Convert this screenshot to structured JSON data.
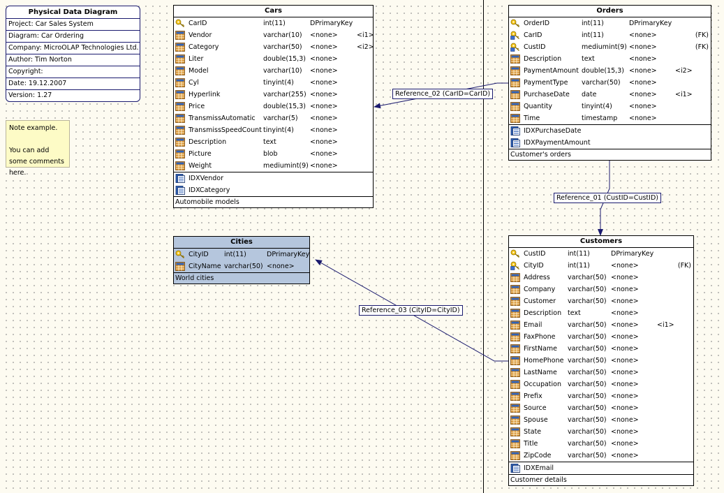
{
  "info": {
    "title": "Physical Data Diagram",
    "rows": [
      "Project: Car Sales System",
      "Diagram: Car Ordering",
      "Company: MicroOLAP Technologies Ltd.",
      "Author: Tim Norton",
      "Copyright:",
      "Date: 19.12.2007",
      "Version: 1.27"
    ]
  },
  "note": {
    "line1": "Note example.",
    "line2": "You can add some comments here."
  },
  "references": [
    {
      "label": "Reference_02 (CarID=CarID)"
    },
    {
      "label": "Reference_01 (CustID=CustID)"
    },
    {
      "label": "Reference_03 (CityID=CityID)"
    }
  ],
  "colors": {
    "canvas": "#fdfbf1",
    "link": "#1a1a6e",
    "selected_entity": "#b5c6dd"
  },
  "entities": {
    "cars": {
      "title": "Cars",
      "columns": [
        {
          "name": "CarID",
          "type": "int(11)",
          "default": "DPrimaryKey",
          "extra": "",
          "icon": "primary-key-icon"
        },
        {
          "name": "Vendor",
          "type": "varchar(10)",
          "default": "<none>",
          "extra": "<i1>",
          "icon": "column-icon"
        },
        {
          "name": "Category",
          "type": "varchar(50)",
          "default": "<none>",
          "extra": "<i2>",
          "icon": "column-icon"
        },
        {
          "name": "Liter",
          "type": "double(15,3)",
          "default": "<none>",
          "extra": "",
          "icon": "column-icon"
        },
        {
          "name": "Model",
          "type": "varchar(10)",
          "default": "<none>",
          "extra": "",
          "icon": "column-icon"
        },
        {
          "name": "Cyl",
          "type": "tinyint(4)",
          "default": "<none>",
          "extra": "",
          "icon": "column-icon"
        },
        {
          "name": "Hyperlink",
          "type": "varchar(255)",
          "default": "<none>",
          "extra": "",
          "icon": "column-icon"
        },
        {
          "name": "Price",
          "type": "double(15,3)",
          "default": "<none>",
          "extra": "",
          "icon": "column-icon"
        },
        {
          "name": "TransmissAutomatic",
          "type": "varchar(5)",
          "default": "<none>",
          "extra": "",
          "icon": "column-icon"
        },
        {
          "name": "TransmissSpeedCount",
          "type": "tinyint(4)",
          "default": "<none>",
          "extra": "",
          "icon": "column-icon"
        },
        {
          "name": "Description",
          "type": "text",
          "default": "<none>",
          "extra": "",
          "icon": "column-icon"
        },
        {
          "name": "Picture",
          "type": "blob",
          "default": "<none>",
          "extra": "",
          "icon": "column-icon"
        },
        {
          "name": "Weight",
          "type": "mediumint(9)",
          "default": "<none>",
          "extra": "",
          "icon": "column-icon"
        }
      ],
      "indexes": [
        "IDXVendor",
        "IDXCategory"
      ],
      "comment": "Automobile models"
    },
    "orders": {
      "title": "Orders",
      "columns": [
        {
          "name": "OrderID",
          "type": "int(11)",
          "default": "DPrimaryKey",
          "extra": "",
          "icon": "primary-key-icon"
        },
        {
          "name": "CarID",
          "type": "int(11)",
          "default": "<none>",
          "extra": "(FK)",
          "icon": "foreign-key-icon"
        },
        {
          "name": "CustID",
          "type": "mediumint(9)",
          "default": "<none>",
          "extra": "(FK)",
          "icon": "foreign-key-icon"
        },
        {
          "name": "Description",
          "type": "text",
          "default": "<none>",
          "extra": "",
          "icon": "column-icon"
        },
        {
          "name": "PaymentAmount",
          "type": "double(15,3)",
          "default": "<none>",
          "extra": "<i2>",
          "icon": "column-icon"
        },
        {
          "name": "PaymentType",
          "type": "varchar(50)",
          "default": "<none>",
          "extra": "",
          "icon": "column-icon"
        },
        {
          "name": "PurchaseDate",
          "type": "date",
          "default": "<none>",
          "extra": "<i1>",
          "icon": "column-icon"
        },
        {
          "name": "Quantity",
          "type": "tinyint(4)",
          "default": "<none>",
          "extra": "",
          "icon": "column-icon"
        },
        {
          "name": "Time",
          "type": "timestamp",
          "default": "<none>",
          "extra": "",
          "icon": "column-icon"
        }
      ],
      "indexes": [
        "IDXPurchaseDate",
        "IDXPaymentAmount"
      ],
      "comment": "Customer's orders"
    },
    "cities": {
      "title": "Cities",
      "columns": [
        {
          "name": "CityID",
          "type": "int(11)",
          "default": "DPrimaryKey",
          "extra": "",
          "icon": "primary-key-icon"
        },
        {
          "name": "CityName",
          "type": "varchar(50)",
          "default": "<none>",
          "extra": "",
          "icon": "column-icon"
        }
      ],
      "indexes": [],
      "comment": "World cities"
    },
    "customers": {
      "title": "Customers",
      "columns": [
        {
          "name": "CustID",
          "type": "int(11)",
          "default": "DPrimaryKey",
          "extra": "",
          "icon": "primary-key-icon"
        },
        {
          "name": "CityID",
          "type": "int(11)",
          "default": "<none>",
          "extra": "(FK)",
          "icon": "foreign-key-icon"
        },
        {
          "name": "Address",
          "type": "varchar(50)",
          "default": "<none>",
          "extra": "",
          "icon": "column-icon"
        },
        {
          "name": "Company",
          "type": "varchar(50)",
          "default": "<none>",
          "extra": "",
          "icon": "column-icon"
        },
        {
          "name": "Customer",
          "type": "varchar(50)",
          "default": "<none>",
          "extra": "",
          "icon": "column-icon"
        },
        {
          "name": "Description",
          "type": "text",
          "default": "<none>",
          "extra": "",
          "icon": "column-icon"
        },
        {
          "name": "Email",
          "type": "varchar(50)",
          "default": "<none>",
          "extra": "<i1>",
          "icon": "column-icon"
        },
        {
          "name": "FaxPhone",
          "type": "varchar(50)",
          "default": "<none>",
          "extra": "",
          "icon": "column-icon"
        },
        {
          "name": "FirstName",
          "type": "varchar(50)",
          "default": "<none>",
          "extra": "",
          "icon": "column-icon"
        },
        {
          "name": "HomePhone",
          "type": "varchar(50)",
          "default": "<none>",
          "extra": "",
          "icon": "column-icon"
        },
        {
          "name": "LastName",
          "type": "varchar(50)",
          "default": "<none>",
          "extra": "",
          "icon": "column-icon"
        },
        {
          "name": "Occupation",
          "type": "varchar(50)",
          "default": "<none>",
          "extra": "",
          "icon": "column-icon"
        },
        {
          "name": "Prefix",
          "type": "varchar(50)",
          "default": "<none>",
          "extra": "",
          "icon": "column-icon"
        },
        {
          "name": "Source",
          "type": "varchar(50)",
          "default": "<none>",
          "extra": "",
          "icon": "column-icon"
        },
        {
          "name": "Spouse",
          "type": "varchar(50)",
          "default": "<none>",
          "extra": "",
          "icon": "column-icon"
        },
        {
          "name": "State",
          "type": "varchar(50)",
          "default": "<none>",
          "extra": "",
          "icon": "column-icon"
        },
        {
          "name": "Title",
          "type": "varchar(50)",
          "default": "<none>",
          "extra": "",
          "icon": "column-icon"
        },
        {
          "name": "ZipCode",
          "type": "varchar(50)",
          "default": "<none>",
          "extra": "",
          "icon": "column-icon"
        }
      ],
      "indexes": [
        "IDXEmail"
      ],
      "comment": "Customer details"
    }
  }
}
